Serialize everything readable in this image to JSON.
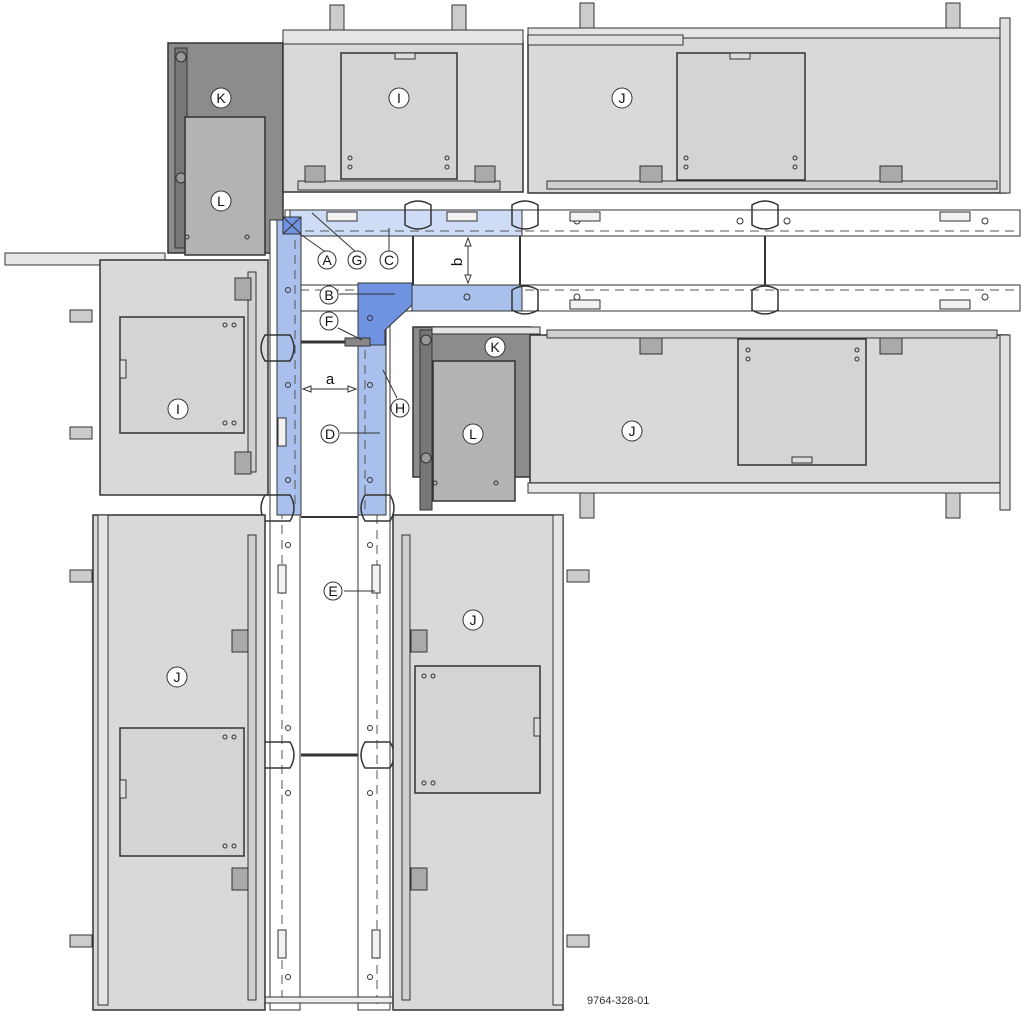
{
  "figure": {
    "id_text": "9764-328-01",
    "colors": {
      "panel": "#d9d9d9",
      "panel_dark_k": "#8c8c8c",
      "panel_mid_l": "#b3b3b3",
      "highlight_light": "#cfdcf5",
      "highlight_mid": "#a9c0ec",
      "highlight_strong": "#6f93e0",
      "outline": "#333333",
      "aisle": "#ffffff"
    }
  },
  "callouts": {
    "A": "A",
    "B": "B",
    "C": "C",
    "D": "D",
    "E": "E",
    "F": "F",
    "G": "G",
    "H": "H",
    "I_top": "I",
    "I_left": "I",
    "J_top_right": "J",
    "J_mid_right": "J",
    "J_bottom_left": "J",
    "J_bottom_right": "J",
    "K_top": "K",
    "K_mid": "K",
    "L_top": "L",
    "L_mid": "L"
  },
  "dimensions": {
    "a": "a",
    "b": "b"
  }
}
